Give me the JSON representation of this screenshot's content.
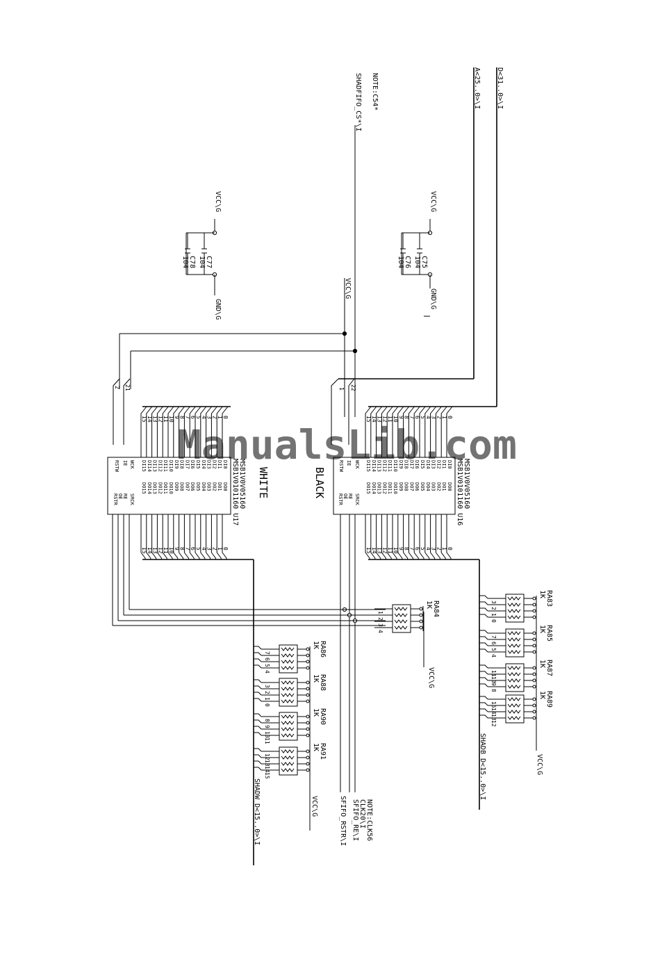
{
  "signals": {
    "d_bus": "D<31..0>\\I",
    "a_bus": "A<25..0>\\I",
    "note_c54": "NOTE:C54*",
    "shadfifo_cs": "SHADFIFO_CS*\\I",
    "note_clk56": "NOTE:CLK56",
    "clk20": "CLK20\\I",
    "sfifo_re": "SFIFO_RE\\I",
    "sfifo_rst": "SFIFO_RSTR\\I",
    "shadb_bus": "SHADB_D<15..0>\\I",
    "shadw_bus": "SHADW_D<15..0>\\I"
  },
  "power": {
    "vcc": "VCC\\G",
    "gnd": "GND\\G"
  },
  "capacitors": [
    {
      "ref": "C75",
      "value": "104"
    },
    {
      "ref": "C76",
      "value": "104"
    },
    {
      "ref": "C77",
      "value": "104"
    },
    {
      "ref": "C78",
      "value": "104"
    }
  ],
  "chips": [
    {
      "ref": "U16",
      "part_a": "MSB1V0101160 U16",
      "part_b": "MSB1V0V05160",
      "label": "BLACK"
    },
    {
      "ref": "U17",
      "part_a": "MSB1V0101160 U17",
      "part_b": "MSB1V0V05160",
      "label": "WHITE"
    }
  ],
  "resistor_arrays": [
    {
      "ref": "RA83",
      "value": "1K",
      "pins_left": [
        "3",
        "2",
        "1",
        "0"
      ]
    },
    {
      "ref": "RA85",
      "value": "1K",
      "pins_left": [
        "7",
        "6",
        "5",
        "4"
      ]
    },
    {
      "ref": "RA87",
      "value": "1K",
      "pins_left": [
        "11",
        "10",
        "9",
        "8"
      ]
    },
    {
      "ref": "RA89",
      "value": "1K",
      "pins_left": [
        "15",
        "14",
        "13",
        "12"
      ]
    },
    {
      "ref": "RA84",
      "value": "1K",
      "pins_left": [
        "1",
        "2",
        "3",
        "4"
      ]
    },
    {
      "ref": "RA86",
      "value": "1K",
      "pins_left": [
        "7",
        "6",
        "5",
        "4"
      ]
    },
    {
      "ref": "RA88",
      "value": "1K",
      "pins_left": [
        "3",
        "2",
        "1",
        "0"
      ]
    },
    {
      "ref": "RA90",
      "value": "1K",
      "pins_left": [
        "8",
        "9",
        "10",
        "11"
      ]
    },
    {
      "ref": "RA91",
      "value": "1K",
      "pins_left": [
        "12",
        "13",
        "14",
        "15"
      ]
    }
  ],
  "watermark": "ManualsLib.com"
}
